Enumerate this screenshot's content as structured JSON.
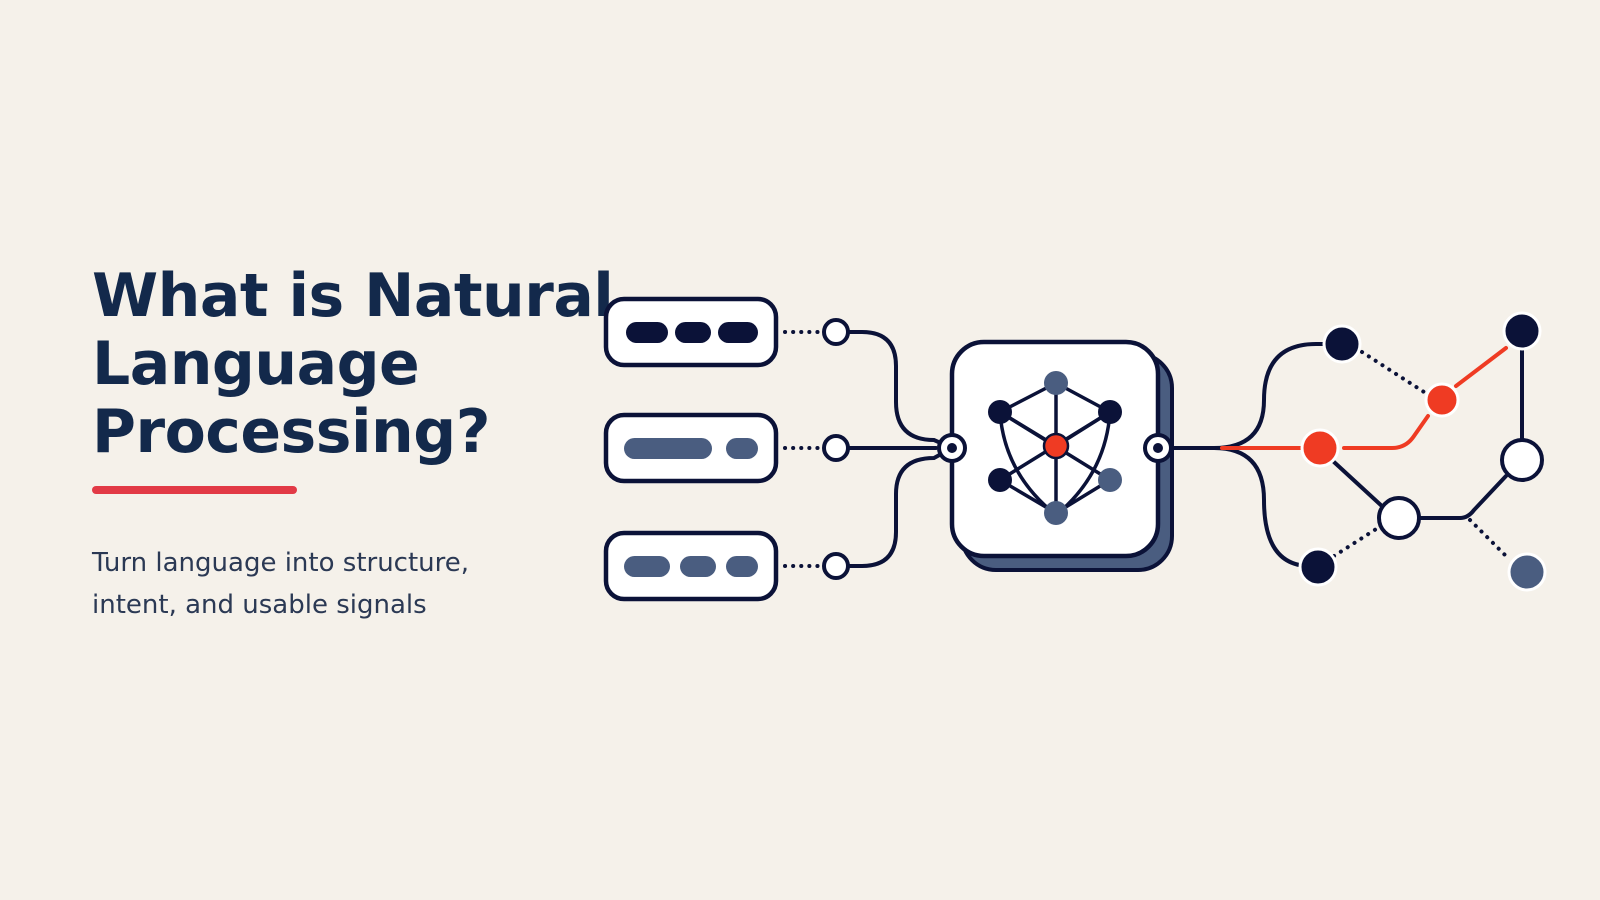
{
  "slide": {
    "title_lines": [
      "What is Natural",
      "Language",
      "Processing?"
    ],
    "subtitle_lines": [
      "Turn language into structure,",
      "intent, and usable signals"
    ]
  },
  "colors": {
    "background": "#f5f1ea",
    "title": "#13294b",
    "accent": "#e23a46",
    "navy": "#0b1238",
    "slate": "#4a5d80",
    "highlight": "#ef3b23",
    "white": "#ffffff"
  },
  "diagram": {
    "input_tokens": [
      {
        "name": "input-token-block-1",
        "icon": "word-tokens-icon"
      },
      {
        "name": "input-token-block-2",
        "icon": "phrase-tokens-icon"
      },
      {
        "name": "input-token-block-3",
        "icon": "word-tokens-icon"
      }
    ],
    "processor_icon": "neural-network-icon",
    "output_icon": "signal-graph-icon"
  }
}
